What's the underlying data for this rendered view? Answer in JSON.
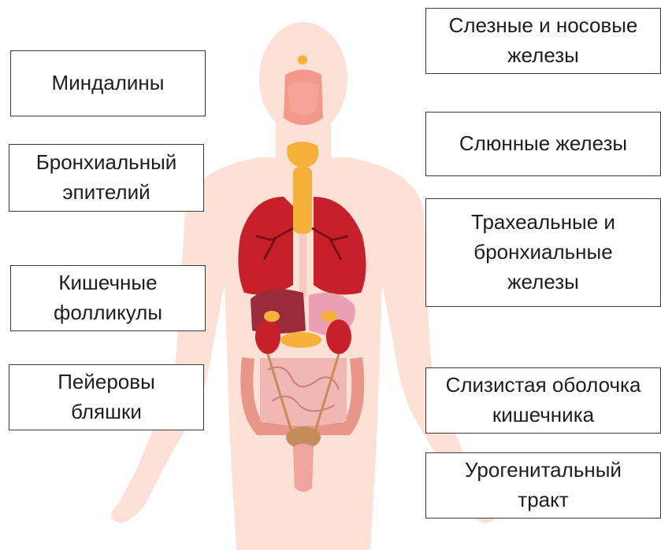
{
  "labels": {
    "tonsils": "Миндалины",
    "bronchial_epithelium": "Бронхиальный\nэпителий",
    "intestinal_follicles": "Кишечные\nфолликулы",
    "peyer_patches": "Пейеровы\nбляшки",
    "lacrimal_nasal_glands": "Слезные и носовые\nжелезы",
    "salivary_glands": "Слюнные железы",
    "tracheal_bronchial_glands": "Трахеальные и\nбронхиальные\nжелезы",
    "intestinal_mucosa": "Слизистая оболочка\nкишечника",
    "urogenital_tract": "Урогенитальный\nтракт"
  },
  "colors": {
    "body": "#fde0d6",
    "lungs": "#c8202a",
    "gland": "#f6b13b",
    "intestine": "#f1b7b4",
    "colon": "#e8958a",
    "throat": "#f28b7c",
    "outline": "#3a3a3a"
  }
}
